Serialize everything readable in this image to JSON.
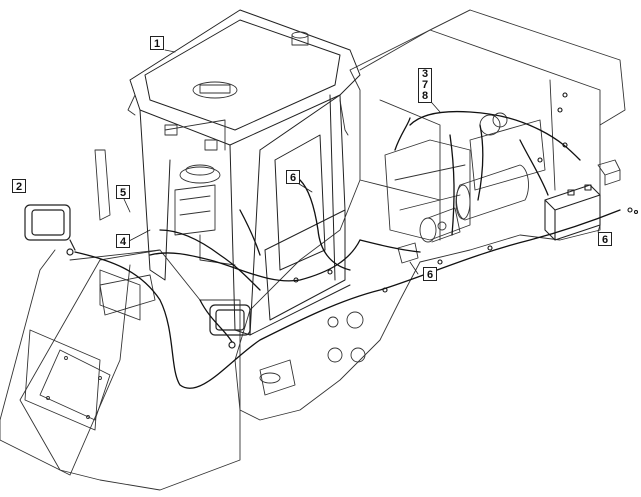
{
  "callouts": [
    {
      "id": "c1",
      "label": "1"
    },
    {
      "id": "c2",
      "label": "2"
    },
    {
      "id": "c4",
      "label": "4"
    },
    {
      "id": "c5",
      "label": "5"
    },
    {
      "id": "c6a",
      "label": "6"
    },
    {
      "id": "c6b",
      "label": "6"
    },
    {
      "id": "c6c",
      "label": "6"
    }
  ],
  "stack_callout": [
    "3",
    "7",
    "8"
  ],
  "colors": {
    "line": "#222222",
    "thin": "#666666",
    "fill": "#ffffff"
  }
}
